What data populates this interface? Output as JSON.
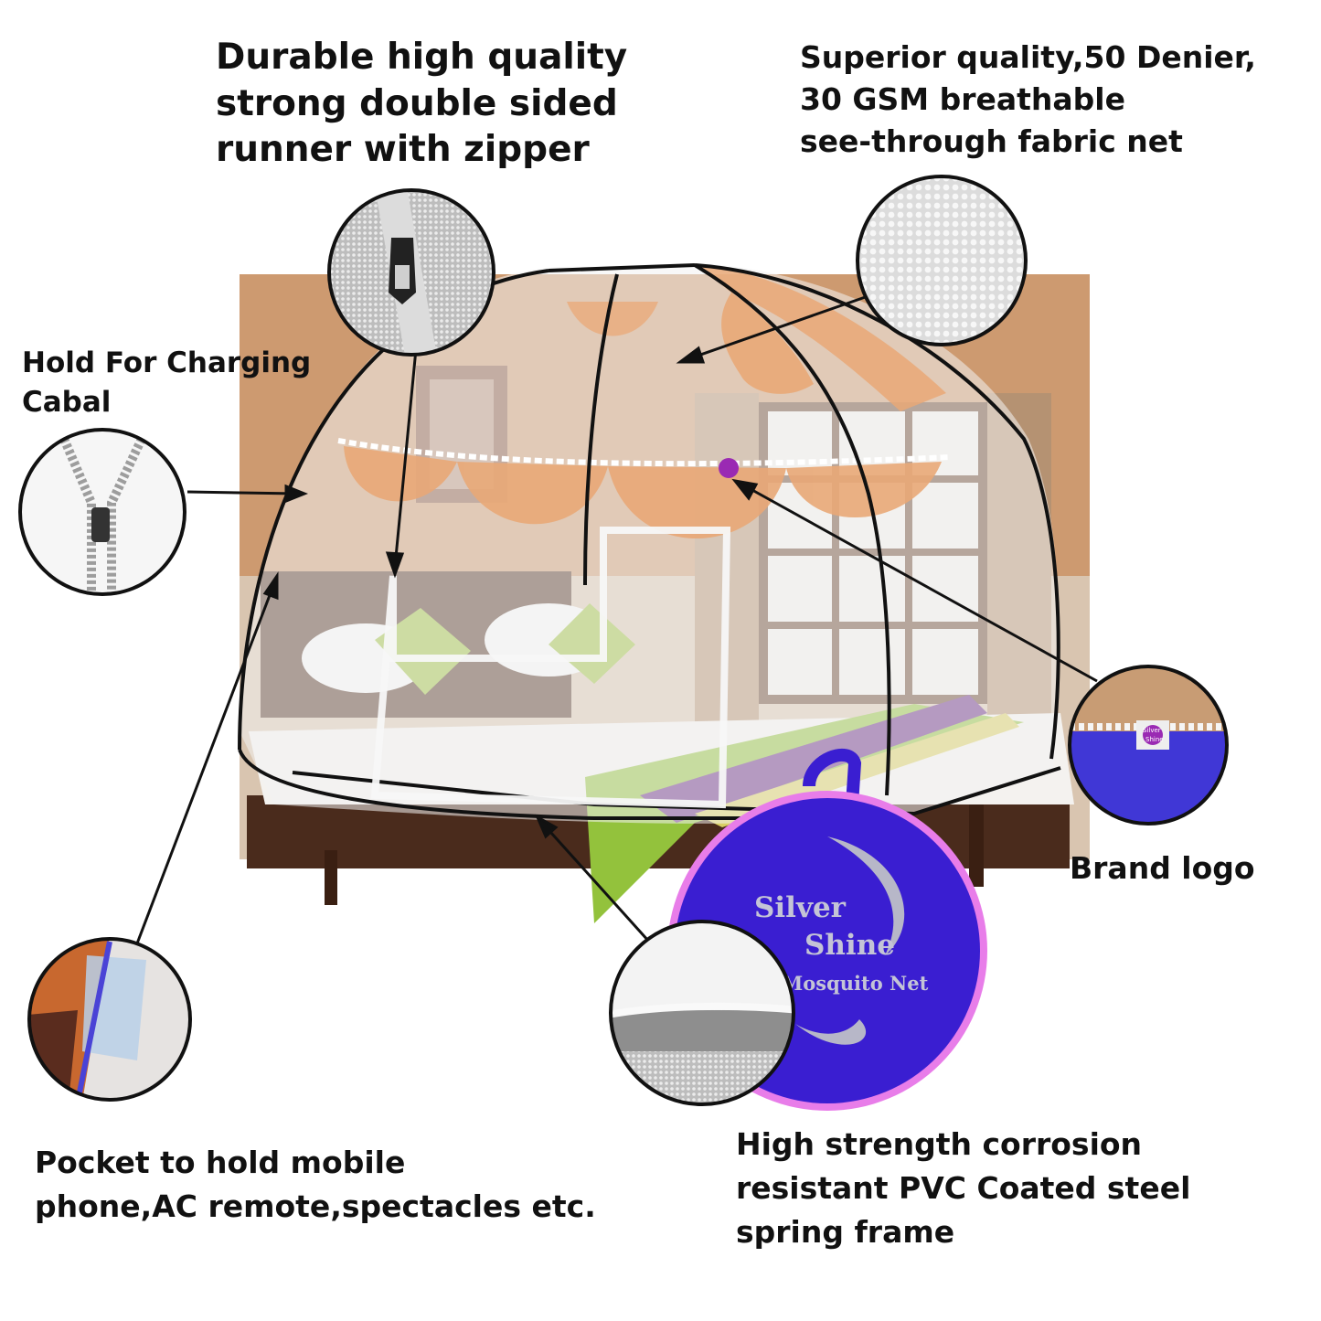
{
  "callouts": {
    "runner": [
      "Durable high quality",
      "strong double sided",
      "runner with zipper"
    ],
    "fabric": [
      "Superior quality,50 Denier,",
      "30 GSM breathable",
      "see-through fabric net"
    ],
    "charging_hole": [
      "Hold For Charging",
      "Cabal"
    ],
    "brand_logo": [
      "Brand logo"
    ],
    "pocket": [
      "Pocket to hold mobile",
      "phone,AC remote,spectacles etc."
    ],
    "frame": [
      "High strength corrosion",
      "resistant PVC Coated steel",
      "spring frame"
    ]
  },
  "bag": {
    "brand_line1": "Silver",
    "brand_line2": "Shine",
    "product": "Mosquito Net"
  },
  "logo_tag": {
    "line1": "Silver",
    "line2": "Shine"
  },
  "colors": {
    "net_orange": "#e9a877",
    "bag_blue": "#3a1ed1",
    "bag_rim": "#e87de9",
    "sheet_green": "#93c23c",
    "frame_black": "#111111"
  }
}
